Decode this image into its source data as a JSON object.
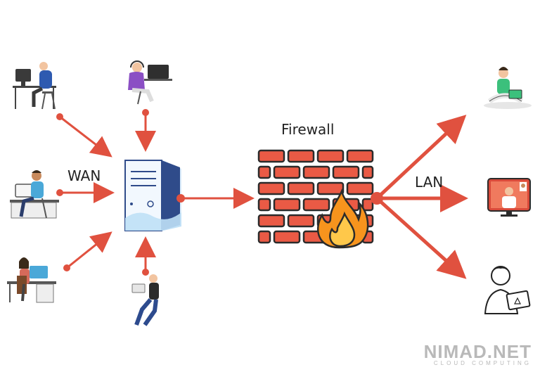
{
  "labels": {
    "wan": "WAN",
    "firewall": "Firewall",
    "lan": "LAN"
  },
  "brand": {
    "name": "NIMAD.NET",
    "tagline": "CLOUD COMPUTING"
  },
  "colors": {
    "arrow": "#e0513f",
    "brick": "#ea5a45",
    "flame_outer": "#f7941d",
    "flame_inner": "#ffc84a",
    "server_body": "#e8f1fb",
    "server_accent": "#2f4b8a"
  },
  "icons": {
    "wan_users": [
      "desktop-user-icon",
      "headset-user-icon",
      "desktop-user-icon",
      "office-user-icon",
      "laptop-user-icon"
    ],
    "lan_users": [
      "laptop-user-icon",
      "video-call-icon",
      "laptop-user-icon"
    ]
  }
}
